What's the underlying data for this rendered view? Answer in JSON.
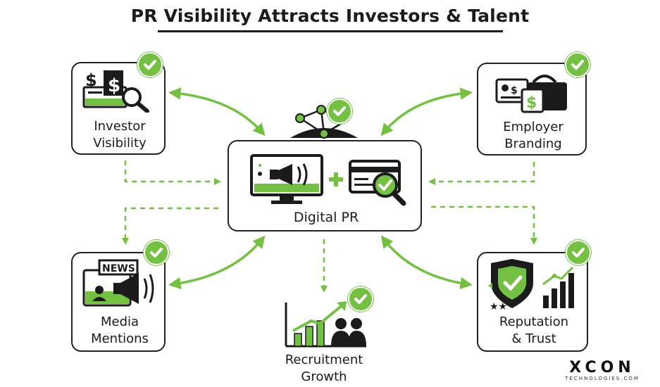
{
  "title": "PR Visibility Attracts Investors & Talent",
  "hub": {
    "label": "Digital PR"
  },
  "nodes": {
    "investor": {
      "line1": "Investor",
      "line2": "Visibility"
    },
    "employer": {
      "line1": "Employer",
      "line2": "Branding"
    },
    "media": {
      "line1": "Media",
      "line2": "Mentions"
    },
    "reputation": {
      "line1": "Reputation",
      "line2": "& Trust"
    },
    "recruitment": {
      "line1": "Recruitment",
      "line2": "Growth"
    }
  },
  "icons": {
    "investor": "dollar-magnifier-icon",
    "employer": "briefcase-badge-icon",
    "media": "news-megaphone-icon",
    "reputation": "shield-chart-icon",
    "recruitment": "growth-people-icon",
    "hub_left": "monitor-megaphone-icon",
    "hub_right": "card-search-icon",
    "check": "check-icon"
  },
  "media_icon_text": "NEWS",
  "colors": {
    "accent": "#74c043",
    "ink": "#1b1b1b"
  },
  "brand": {
    "name": "XCON",
    "sub": "TECHNOLOGIES.COM"
  }
}
